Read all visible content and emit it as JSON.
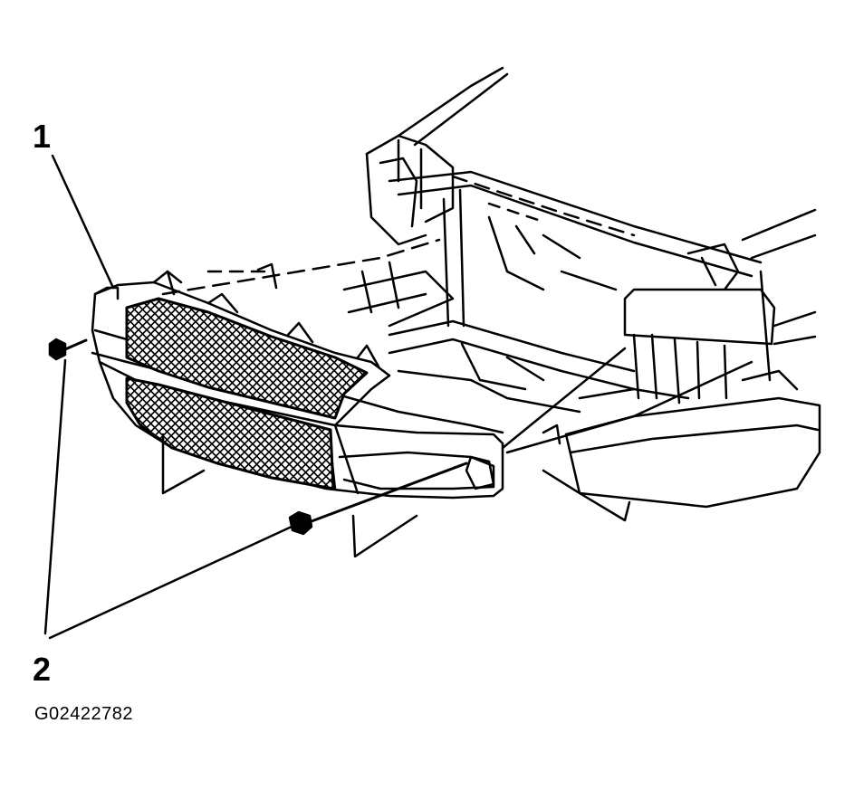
{
  "callouts": [
    {
      "label": "1"
    },
    {
      "label": "2"
    }
  ],
  "figure_id": "G02422782",
  "colors": {
    "line": "#000000",
    "background": "#ffffff"
  }
}
